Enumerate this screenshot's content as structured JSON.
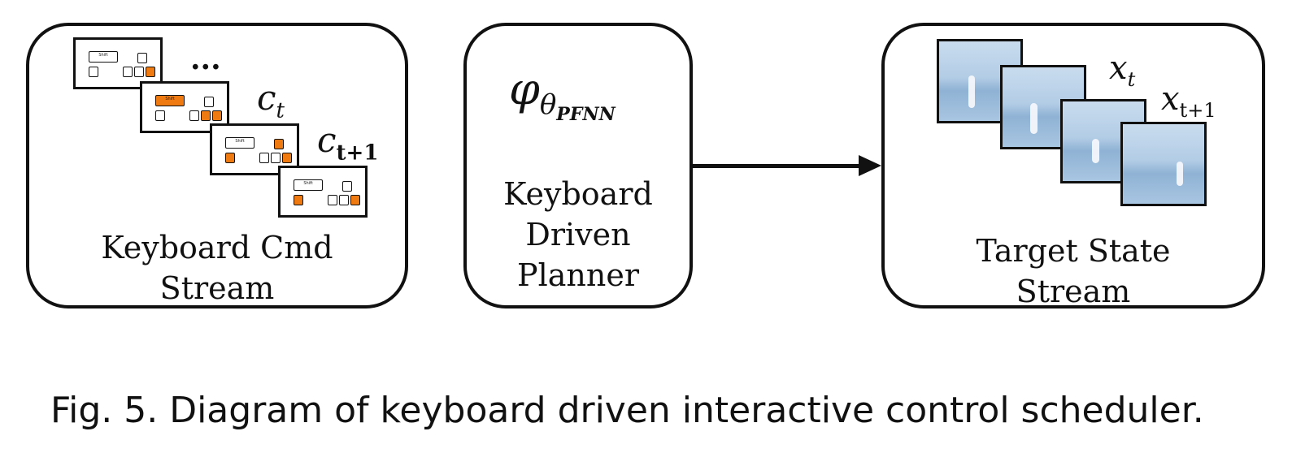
{
  "left_panel": {
    "label_lines": [
      "Keyboard Cmd",
      "Stream"
    ],
    "ellipsis": "...",
    "cmd_t": "c",
    "cmd_t_sub": "t",
    "cmd_t1": "c",
    "cmd_t1_sub": "t+1",
    "shift_key_label": "Shift"
  },
  "middle_panel": {
    "symbol": "φ",
    "symbol_sub": "θ",
    "symbol_subsub": "PFNN",
    "label_lines": [
      "Keyboard",
      "Driven",
      "Planner"
    ]
  },
  "right_panel": {
    "label_lines": [
      "Target State",
      "Stream"
    ],
    "state_t": "x",
    "state_t_sub": "t",
    "state_t1": "x",
    "state_t1_sub": "t+1"
  },
  "caption": "Fig. 5.  Diagram of keyboard driven interactive control scheduler.",
  "colors": {
    "active_key": "#f07a12",
    "stroke": "#111111"
  }
}
